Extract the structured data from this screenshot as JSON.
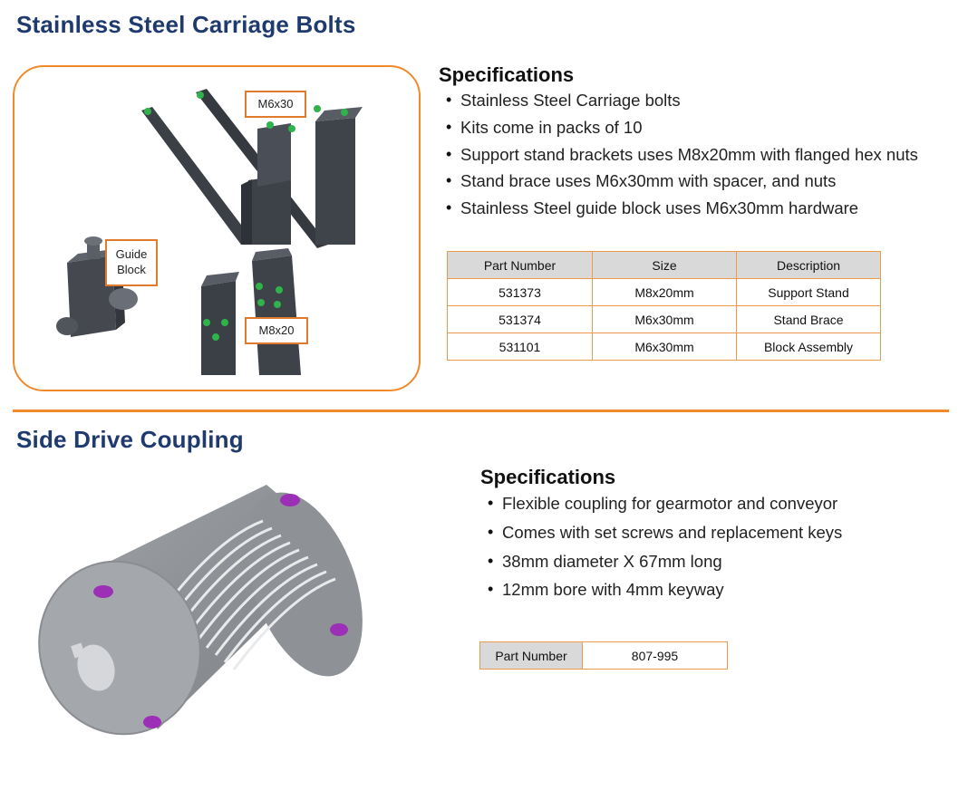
{
  "section1": {
    "title": "Stainless Steel Carriage Bolts",
    "callouts": {
      "top": "M6x30",
      "guide_line1": "Guide",
      "guide_line2": "Block",
      "bottom": "M8x20"
    },
    "specs_heading": "Specifications",
    "specs": [
      "Stainless Steel Carriage bolts",
      "Kits come in packs of 10",
      "Support stand brackets uses M8x20mm with flanged hex nuts",
      "Stand brace uses M6x30mm with spacer, and nuts",
      "Stainless Steel guide block uses M6x30mm hardware"
    ],
    "table": {
      "headers": [
        "Part Number",
        "Size",
        "Description"
      ],
      "rows": [
        [
          "531373",
          "M8x20mm",
          "Support Stand"
        ],
        [
          "531374",
          "M6x30mm",
          "Stand Brace"
        ],
        [
          "531101",
          "M6x30mm",
          "Block Assembly"
        ]
      ]
    }
  },
  "section2": {
    "title": "Side Drive Coupling",
    "specs_heading": "Specifications",
    "specs": [
      "Flexible coupling for gearmotor and conveyor",
      "Comes with set screws and replacement keys",
      "38mm diameter X 67mm long",
      "12mm bore with 4mm keyway"
    ],
    "table": {
      "label": "Part Number",
      "value": "807-995"
    }
  },
  "colors": {
    "title": "#1f3a6e",
    "accent": "#f08a2a",
    "table_header": "#d9d9d9",
    "hardware_dot": "#2fb34a",
    "screw_hole": "#9b2fb5"
  }
}
